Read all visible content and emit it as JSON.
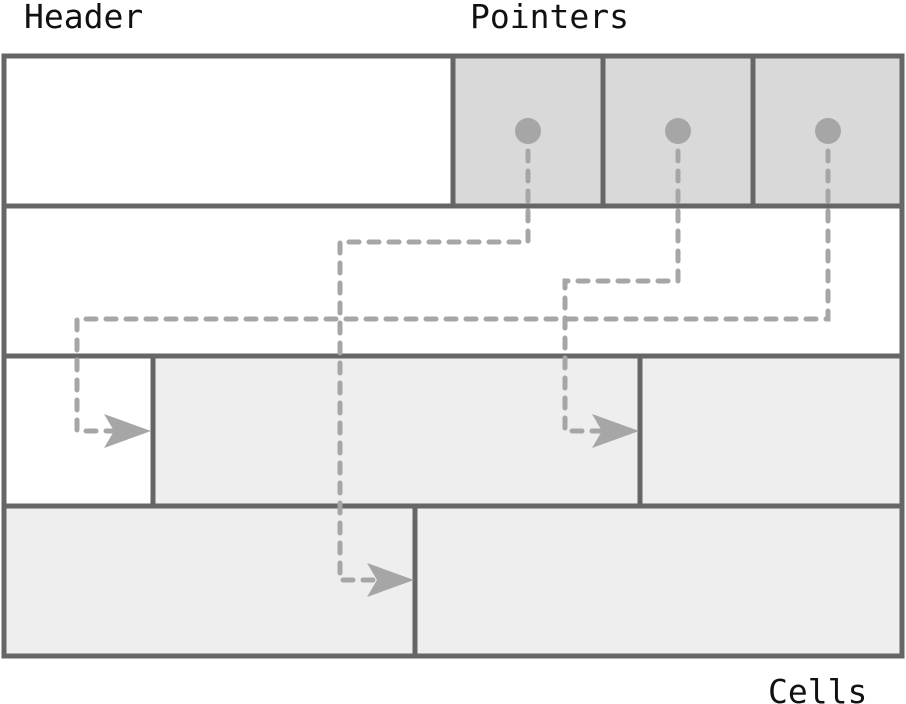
{
  "labels": {
    "header": "Header",
    "pointers": "Pointers",
    "cells": "Cells"
  },
  "colors": {
    "border": "#666666",
    "pointer_fill": "#d9d9d9",
    "cell_fill": "#eeeeee",
    "empty_fill": "#ffffff",
    "arrow": "#a6a6a6"
  },
  "page": {
    "pointer_count": 3,
    "cell_count": 4
  }
}
